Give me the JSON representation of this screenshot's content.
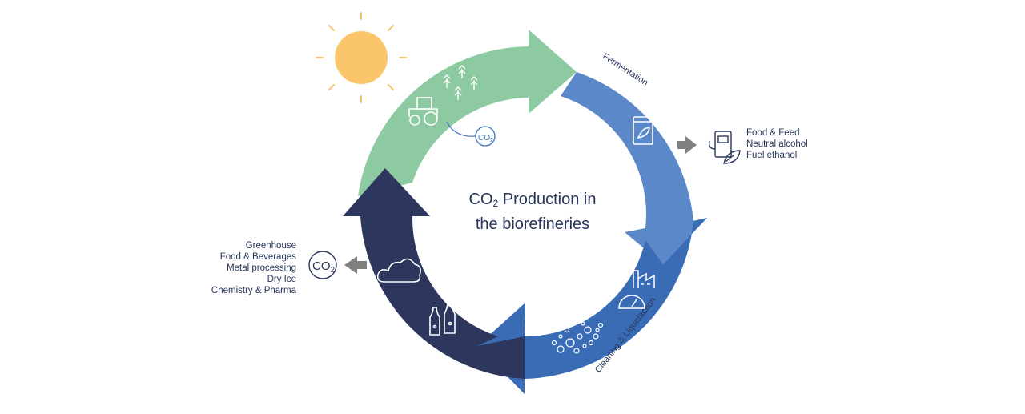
{
  "diagram": {
    "title_prefix": "CO",
    "title_subscript": "2",
    "title_line1_rest": " Production in",
    "title_line2": "the biorefineries",
    "stages": [
      {
        "label": "Fermentation",
        "color": "#5b88c9"
      },
      {
        "label": "Cleaning  & Liquefaction",
        "color": "#3a6cb6"
      },
      {
        "label": "",
        "color": "#2d365c"
      },
      {
        "label": "",
        "color": "#8ecaa1"
      }
    ],
    "co2_badge": {
      "text": "CO",
      "subscript": "2"
    },
    "small_co2_badge": {
      "text": "CO",
      "subscript": "2"
    },
    "products_right": [
      "Food & Feed",
      "Neutral alcohol",
      "Fuel ethanol"
    ],
    "products_left": [
      "Greenhouse",
      "Food & Beverages",
      "Metal processing",
      "Dry Ice",
      "Chemistry & Pharma"
    ],
    "colors": {
      "sun": "#fbc66b",
      "sun_rays": "#f6c36a",
      "arrow_gray": "#808080",
      "icon_navy": "#27355c",
      "small_co2": "#3a78c2"
    }
  }
}
